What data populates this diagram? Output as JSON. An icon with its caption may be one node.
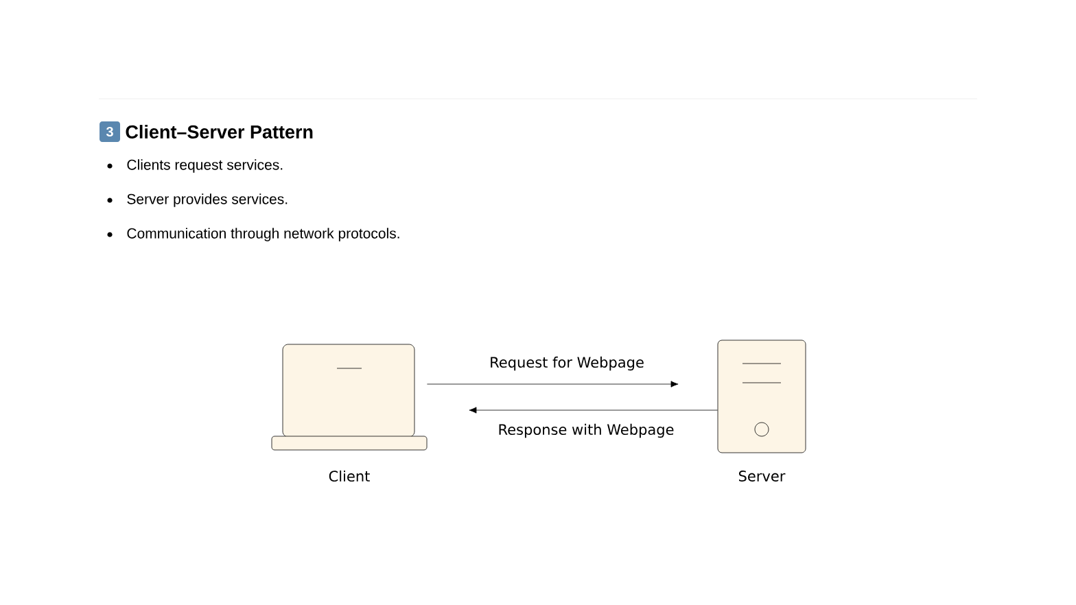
{
  "diagram": {
    "title": "Client–Server Pattern",
    "nodes": [
      {
        "text": [],
        "shape": "laptop",
        "beside": [
          "Client"
        ]
      },
      {
        "text": [],
        "shape": "server",
        "beside": [
          "Server"
        ]
      }
    ],
    "edges": [
      {
        "from": 0,
        "to": 1,
        "arrow": "to",
        "label": "Request for Webpage"
      },
      {
        "from": 1,
        "to": 0,
        "arrow": "to",
        "label": "Response with Webpage"
      }
    ],
    "labels": [
      "3",
      "Clients request services.",
      "Server provides services.",
      "Communication through network protocols."
    ]
  }
}
